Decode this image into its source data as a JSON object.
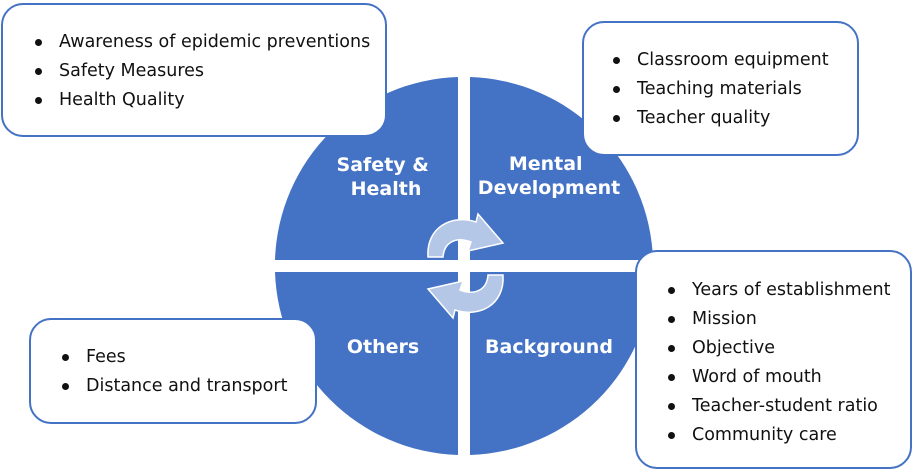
{
  "quadrants": {
    "top_left": [
      "Safety &",
      "Health"
    ],
    "top_right": [
      "Mental",
      "Development"
    ],
    "bottom_left": [
      "Others"
    ],
    "bottom_right": [
      "Background"
    ]
  },
  "callouts": {
    "top_left": [
      "Awareness of epidemic preventions",
      "Safety Measures",
      "Health Quality"
    ],
    "top_right": [
      "Classroom equipment",
      "Teaching materials",
      "Teacher quality"
    ],
    "bottom_left": [
      "Fees",
      "Distance and transport"
    ],
    "bottom_right": [
      "Years of establishment",
      "Mission",
      "Objective",
      "Word of mouth",
      "Teacher-student ratio",
      "Community care"
    ]
  },
  "colors": {
    "quadrant_fill": "#4472c4",
    "arrow_fill": "#b4c7e7",
    "callout_border": "#4472c4"
  },
  "icons": [
    "cycle-arrows-icon"
  ]
}
